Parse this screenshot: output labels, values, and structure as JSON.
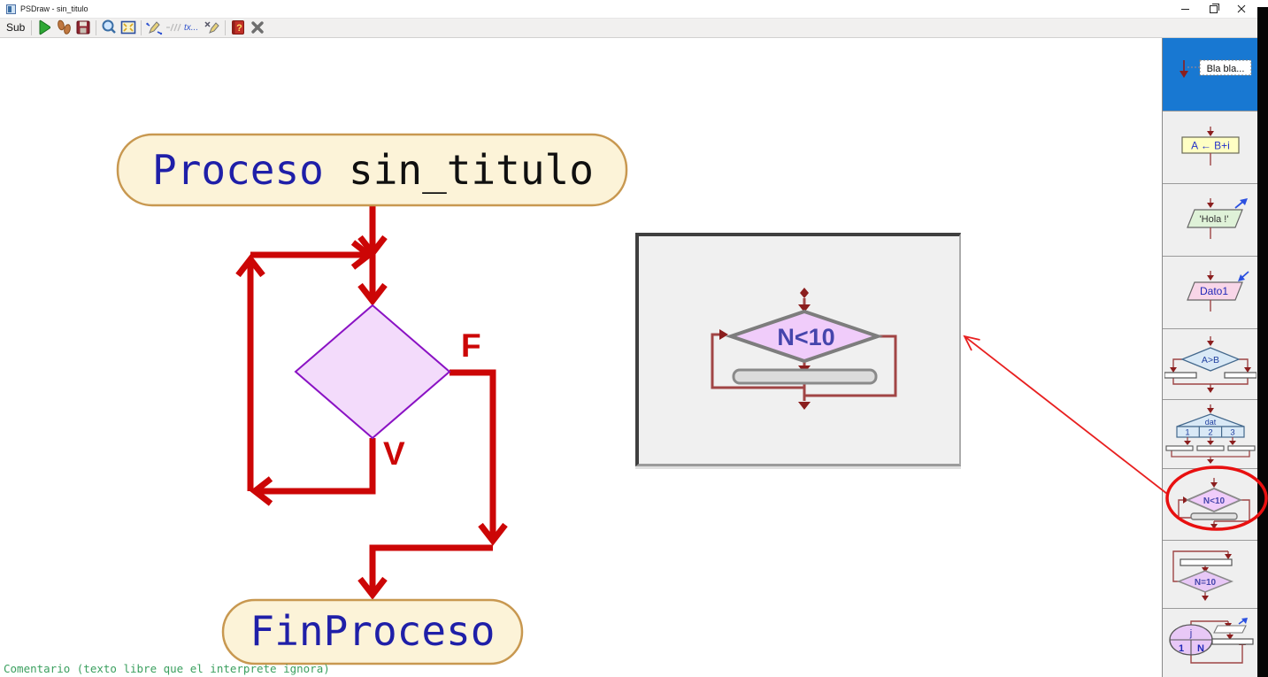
{
  "window": {
    "title": "PSDraw - sin_titulo"
  },
  "toolbar": {
    "sub_label": "Sub",
    "tx_label": "tx...",
    "help_label": "?"
  },
  "flowchart": {
    "process_keyword": "Proceso",
    "process_name": "sin_titulo",
    "end_label": "FinProceso",
    "false_label": "F",
    "true_label": "V"
  },
  "inset": {
    "condition": "N<10"
  },
  "sidebar": {
    "items": [
      {
        "name": "comment",
        "label": "Bla bla...",
        "selected": true
      },
      {
        "name": "assign",
        "label": "A ← B+i"
      },
      {
        "name": "write",
        "label": "'Hola !'"
      },
      {
        "name": "read",
        "label": "Dato1"
      },
      {
        "name": "if",
        "label": "A>B"
      },
      {
        "name": "switch",
        "label": "dat",
        "cells": [
          "1",
          "2",
          "3"
        ]
      },
      {
        "name": "while",
        "label": "N<10"
      },
      {
        "name": "repeat",
        "label": "N=10"
      },
      {
        "name": "for",
        "var_label": "j",
        "from_label": "1",
        "to_label": "N"
      }
    ]
  },
  "statusbar": {
    "hint": "Comentario (texto libre que el interprete ignora)"
  },
  "colors": {
    "accent_red": "#CC0606",
    "selection_blue": "#1878D2",
    "diamond_purple_fill": "#F3DBFB",
    "diamond_purple_stroke": "#8A12C4",
    "terminator_cream": "#FCF3D8",
    "terminator_border": "#C89850",
    "status_green": "#3BA05F"
  }
}
